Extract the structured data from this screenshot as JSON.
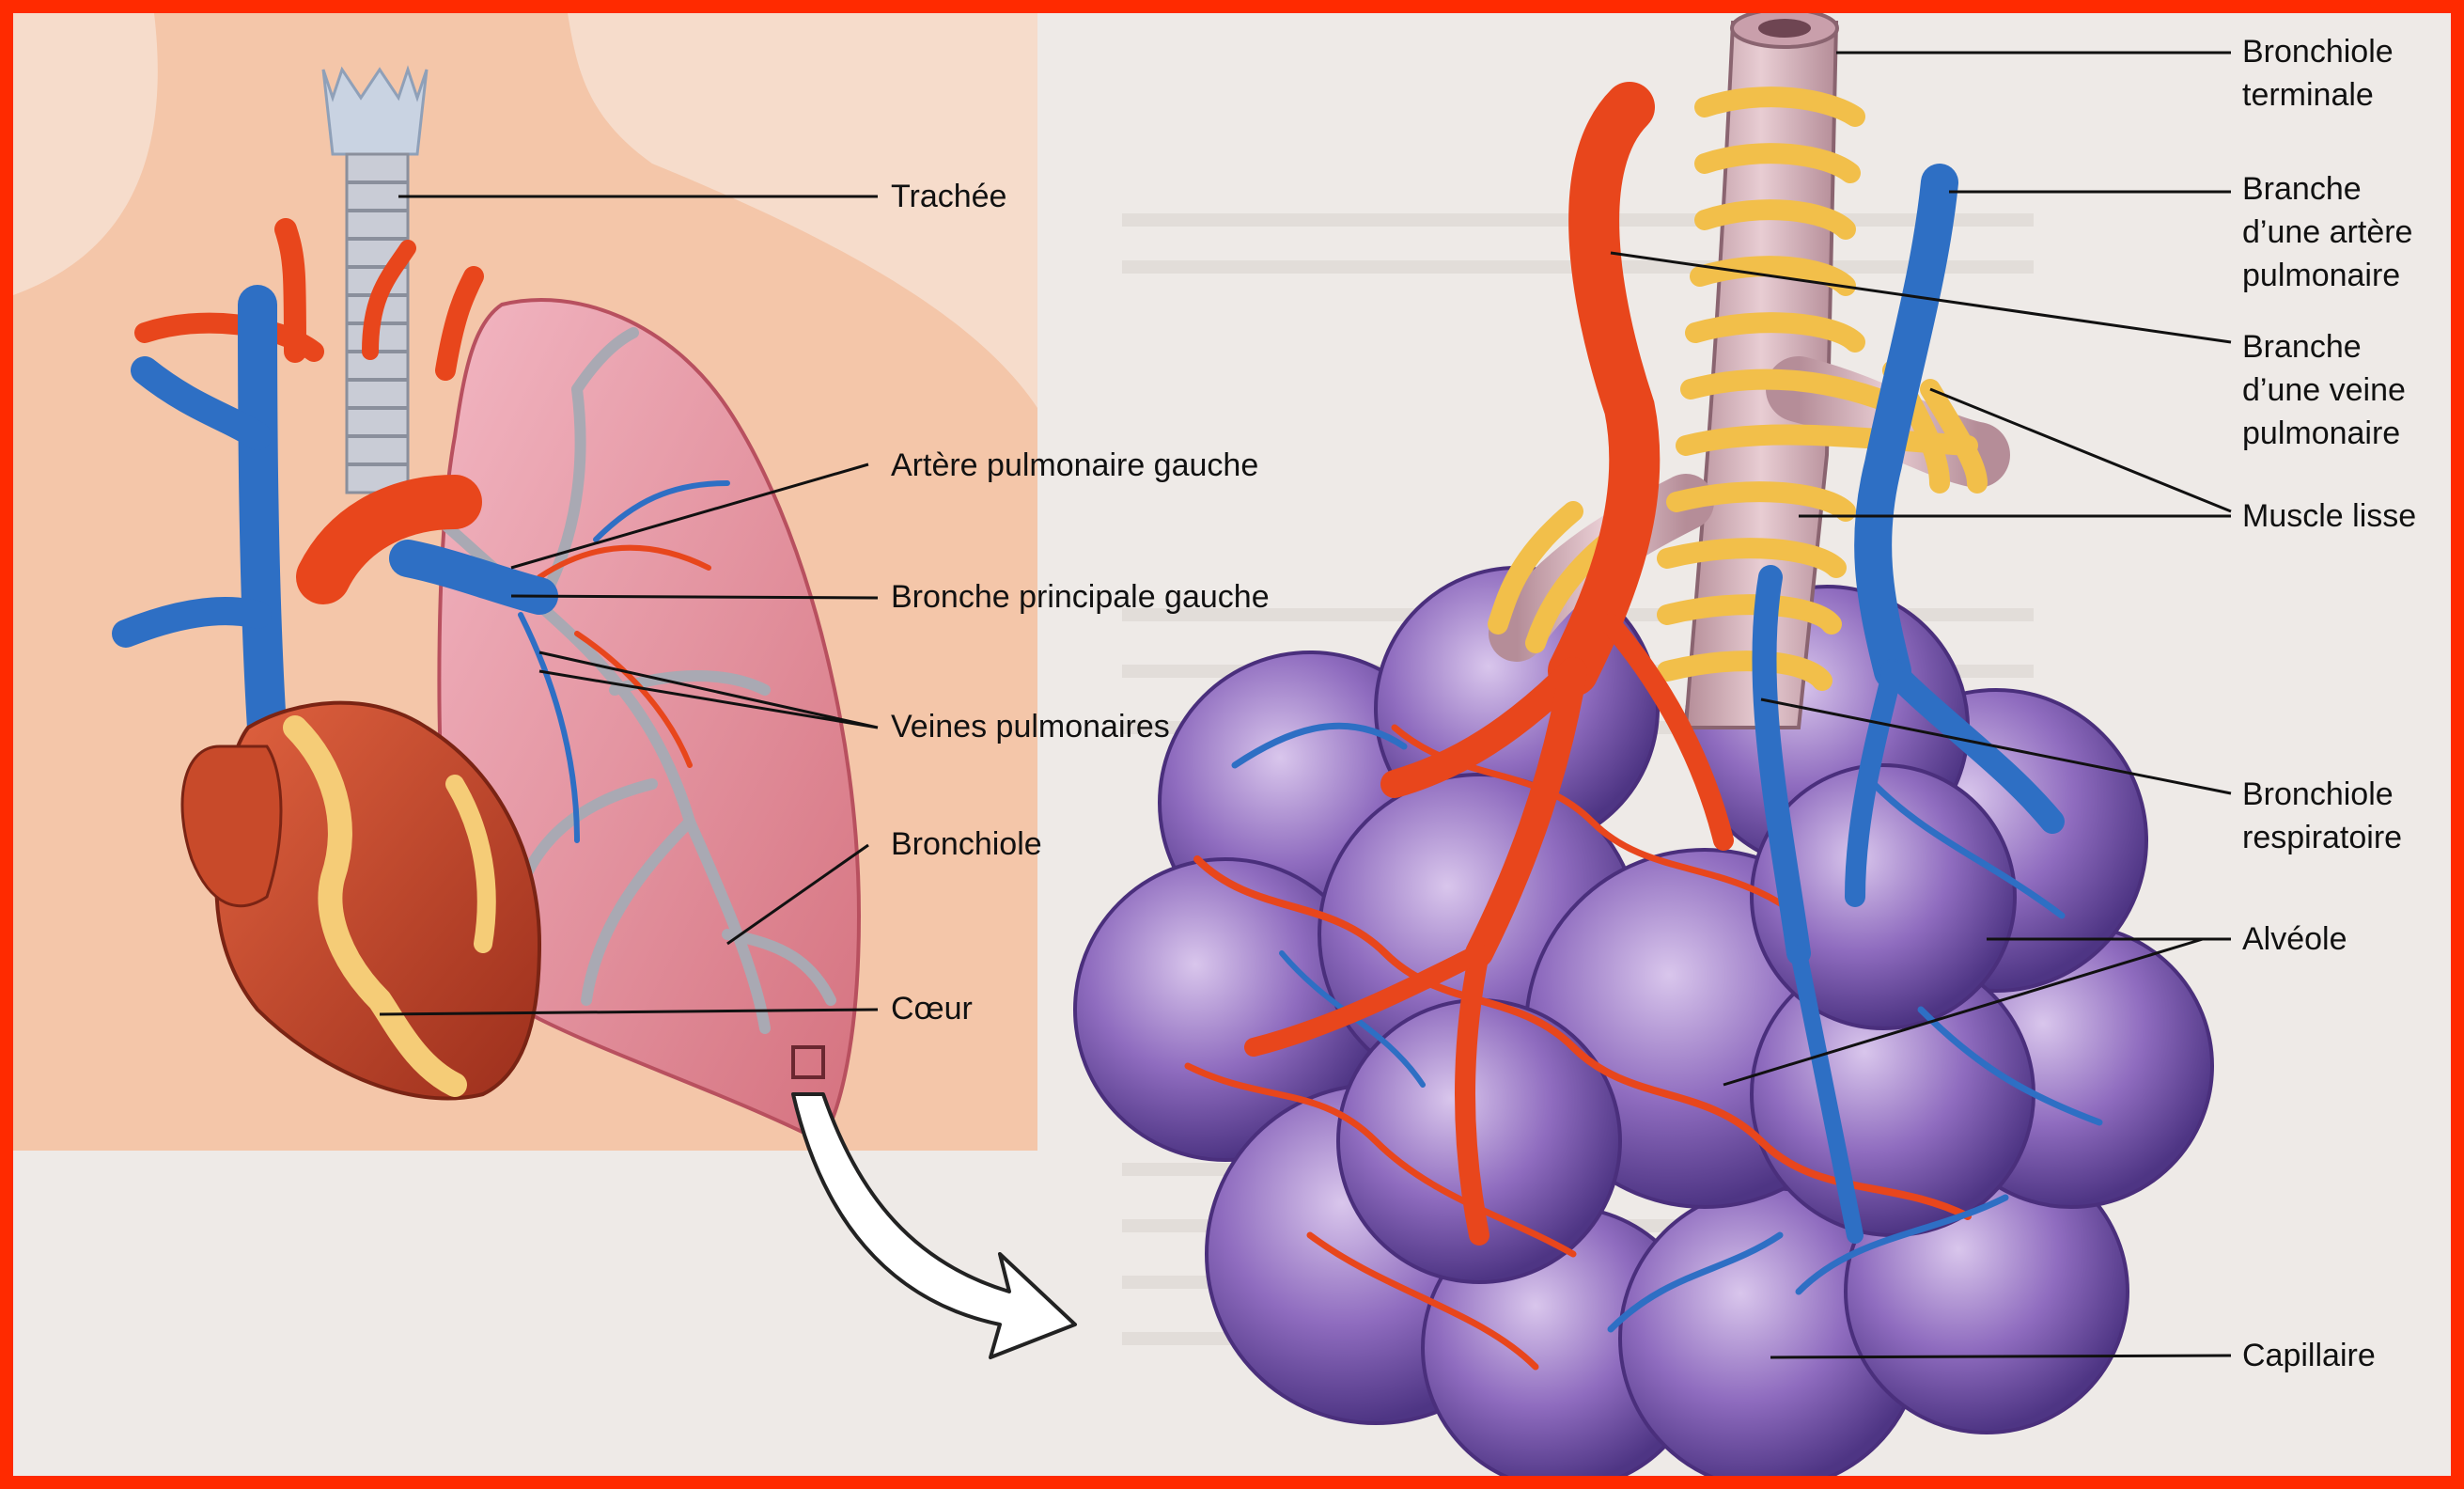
{
  "labels_left": {
    "trachee": "Trachée",
    "artere_pulmonaire_gauche": "Artère pulmonaire gauche",
    "bronche_principale_gauche": "Bronche principale gauche",
    "veines_pulmonaires": "Veines pulmonaires",
    "bronchiole": "Bronchiole",
    "coeur": "Cœur"
  },
  "labels_right": {
    "bronchiole_terminale": "Bronchiole\nterminale",
    "branche_artere": "Branche\nd’une artère\npulmonaire",
    "branche_veine": "Branche\nd’une veine\npulmonaire",
    "muscle_lisse": "Muscle lisse",
    "bronchiole_respiratoire": "Bronchiole\nrespiratoire",
    "alveole": "Alvéole",
    "capillaire": "Capillaire"
  },
  "colors": {
    "frame": "#ff2a00",
    "skin": "#f4c6a9",
    "artery": "#e8461c",
    "vein": "#2e6fc4",
    "lung": "#e9a1ae",
    "alveoli": "#8c6fb3",
    "muscle": "#f2bf4a",
    "trachea": "#c9ccd6"
  }
}
